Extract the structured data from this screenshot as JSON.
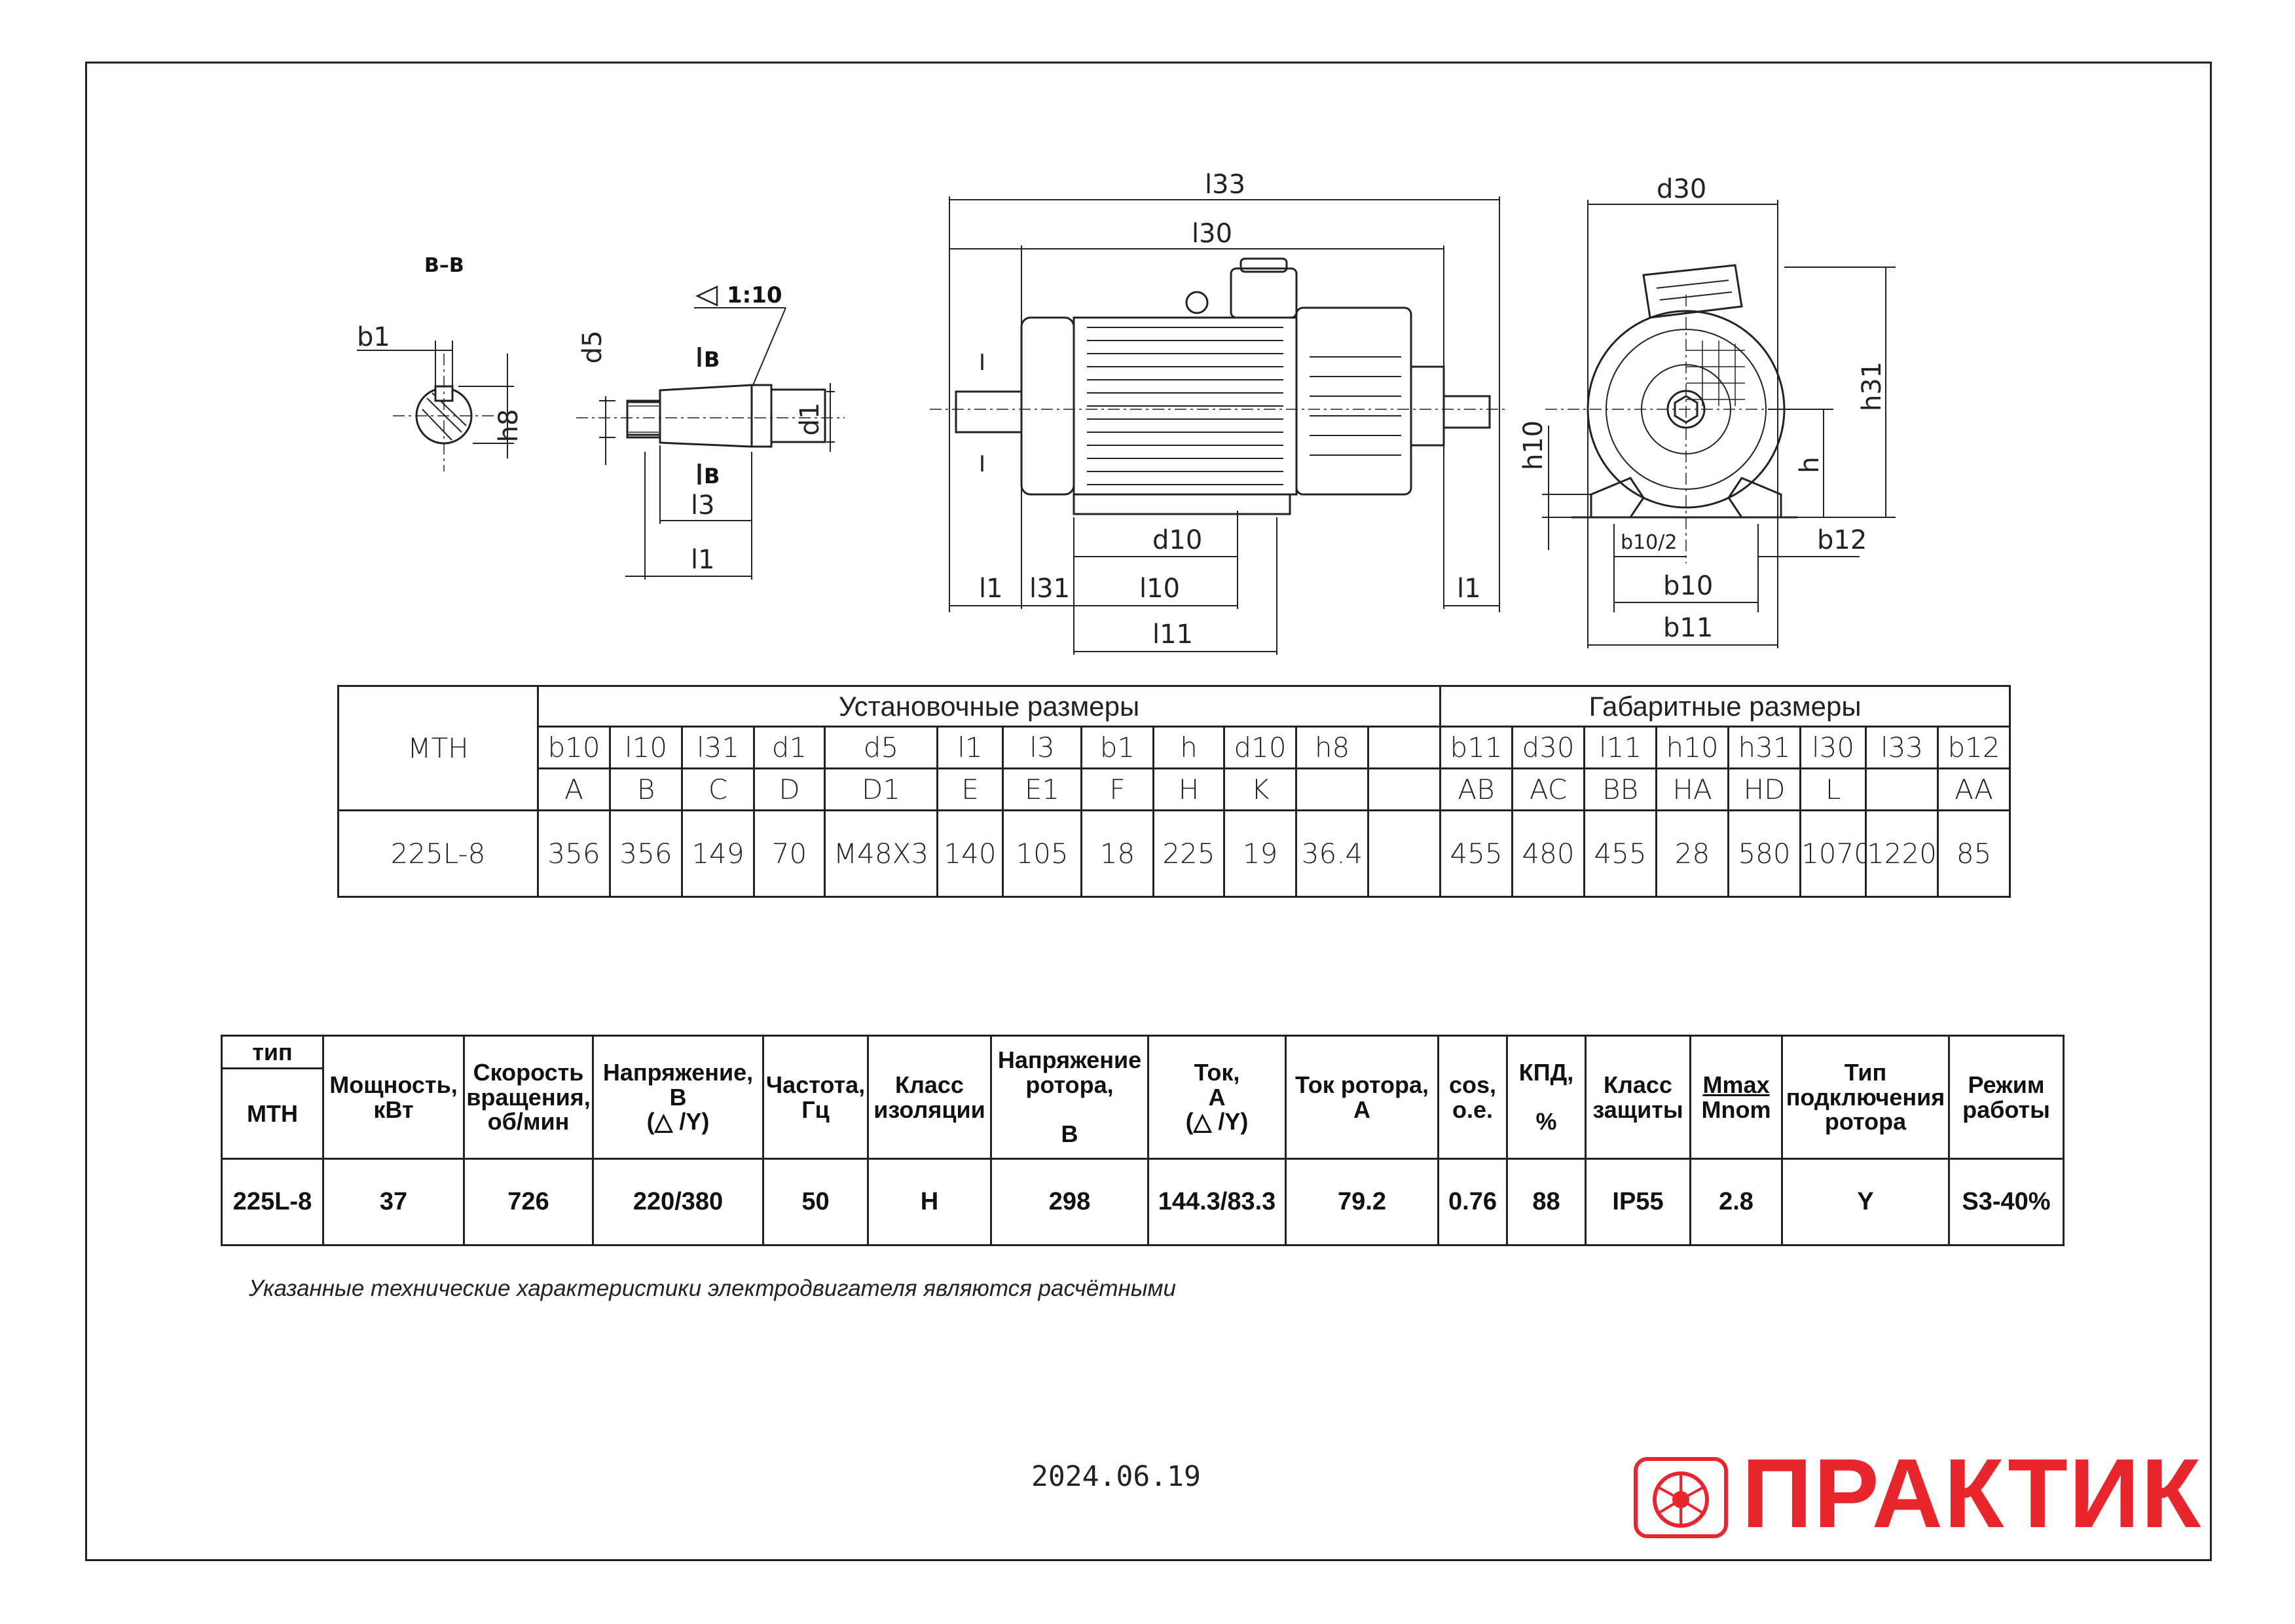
{
  "drawing": {
    "section_label": "B–B",
    "dims_left": {
      "b1": "b1",
      "h8": "h8",
      "d5": "d5",
      "taper": "1:10",
      "section_mark": "B",
      "d1": "d1",
      "l3": "l3",
      "l1": "l1"
    },
    "dims_side": {
      "l33": "l33",
      "l30": "l30",
      "d10": "d10",
      "l1": "l1",
      "l31": "l31",
      "l10": "l10",
      "l11": "l11",
      "mark": "I"
    },
    "dims_front": {
      "d30": "d30",
      "h31": "h31",
      "h10": "h10",
      "h": "h",
      "b10_half": "b10/2",
      "b12": "b12",
      "b10": "b10",
      "b11": "b11"
    }
  },
  "dim_table": {
    "model_header": "МТН",
    "group1": "Установочные размеры",
    "group2": "Габаритные размеры",
    "row_codes1": [
      "b10",
      "l10",
      "l31",
      "d1",
      "d5",
      "l1",
      "l3",
      "b1",
      "h",
      "d10",
      "h8",
      ""
    ],
    "row_codes2": [
      "b11",
      "d30",
      "l11",
      "h10",
      "h31",
      "l30",
      "l33",
      "b12"
    ],
    "row_iec1": [
      "A",
      "B",
      "C",
      "D",
      "D1",
      "E",
      "E1",
      "F",
      "H",
      "K",
      "",
      ""
    ],
    "row_iec2": [
      "AB",
      "AC",
      "BB",
      "HA",
      "HD",
      "L",
      "",
      "AA"
    ],
    "model": "225L-8",
    "values1": [
      "356",
      "356",
      "149",
      "70",
      "M48X3",
      "140",
      "105",
      "18",
      "225",
      "19",
      "36.4",
      ""
    ],
    "values2": [
      "455",
      "480",
      "455",
      "28",
      "580",
      "1070",
      "1220",
      "85"
    ]
  },
  "spec_table": {
    "type_label": "тип",
    "type_value": "МТН",
    "headers": {
      "power": [
        "Мощность,",
        "кВт"
      ],
      "speed": [
        "Скорость",
        "вращения,",
        "об/мин"
      ],
      "voltage": [
        "Напряжение,",
        "В",
        "(△ /Y)"
      ],
      "freq": [
        "Частота,",
        "Гц"
      ],
      "insulation": [
        "Класс",
        "изоляции"
      ],
      "rotor_voltage": [
        "Напряжение",
        "ротора,",
        "В"
      ],
      "current": [
        "Ток,",
        "А",
        "(△ /Y)"
      ],
      "rotor_current": [
        "Ток ротора,",
        "А"
      ],
      "cos": [
        "cos,",
        "о.е."
      ],
      "eff": [
        "КПД,",
        "%"
      ],
      "protection": [
        "Класс",
        "защиты"
      ],
      "torque_num": "Mmax",
      "torque_den": "Mnom",
      "rotor_conn": [
        "Тип",
        "подключения",
        "ротора"
      ],
      "mode": [
        "Режим",
        "работы"
      ]
    },
    "values": {
      "model": "225L-8",
      "power": "37",
      "speed": "726",
      "voltage": "220/380",
      "freq": "50",
      "insulation": "H",
      "rotor_voltage": "298",
      "current": "144.3/83.3",
      "rotor_current": "79.2",
      "cos": "0.76",
      "eff": "88",
      "protection": "IP55",
      "torque": "2.8",
      "rotor_conn": "Y",
      "mode": "S3-40%"
    }
  },
  "note": "Указанные технические характеристики электродвигателя являются расчётными",
  "date": "2024.06.19",
  "brand": "ПРАКТИК",
  "colors": {
    "brand": "#e8262d",
    "lines": "#222222"
  }
}
